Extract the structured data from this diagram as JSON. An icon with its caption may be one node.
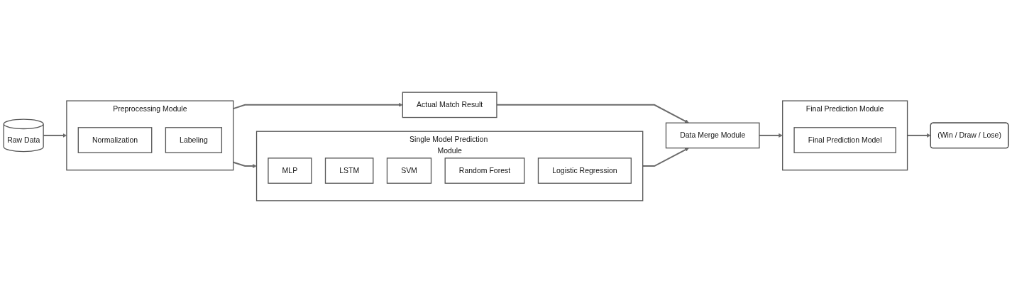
{
  "diagram": {
    "nodes": [
      {
        "text": [
          "Raw Data"
        ]
      },
      {
        "text": [
          "Preprocessing Module"
        ]
      },
      {
        "text": [
          "Normalization"
        ],
        "in": 1
      },
      {
        "text": [
          "Labeling"
        ],
        "in": 1
      },
      {
        "text": [
          "Single Model Prediction Module"
        ]
      },
      {
        "text": [
          "MLP"
        ],
        "in": 4
      },
      {
        "text": [
          "LSTM"
        ],
        "in": 4
      },
      {
        "text": [
          "SVM"
        ],
        "in": 4
      },
      {
        "text": [
          "Random Forest"
        ],
        "in": 4
      },
      {
        "text": [
          "Logistic Regression"
        ],
        "in": 4
      },
      {
        "text": [
          "Data Merge Module"
        ]
      },
      {
        "text": [
          "Final Prediction Module"
        ]
      },
      {
        "text": [
          "Final Prediction Model"
        ],
        "in": 11
      },
      {
        "text": [
          "(Win / Draw / Lose)"
        ]
      },
      {
        "text": [
          "Actual Match Result"
        ]
      }
    ],
    "edges": [
      {
        "from": 0,
        "to": 1,
        "arrow": "to"
      },
      {
        "from": 1,
        "to": 4,
        "arrow": "to"
      },
      {
        "from": 4,
        "to": 10,
        "arrow": "to"
      },
      {
        "from": 1,
        "to": 14,
        "arrow": "to"
      },
      {
        "from": 14,
        "to": 10,
        "arrow": "to"
      },
      {
        "from": 10,
        "to": 11,
        "arrow": "to"
      },
      {
        "from": 11,
        "to": 13,
        "arrow": "to"
      }
    ]
  }
}
